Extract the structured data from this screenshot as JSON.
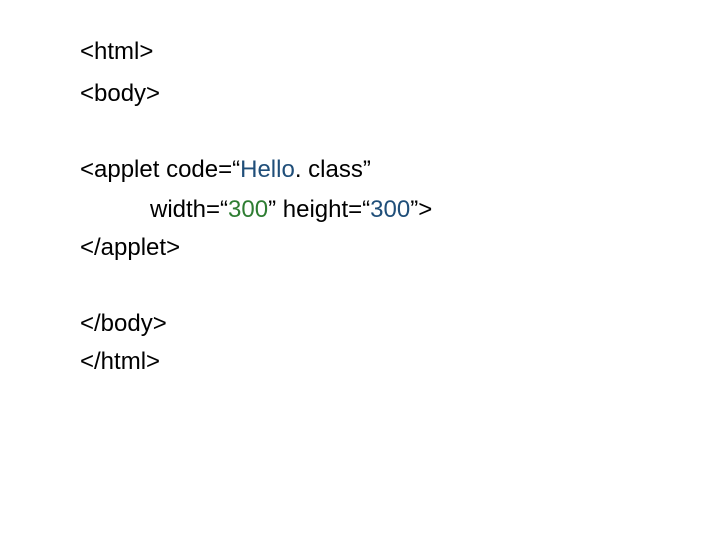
{
  "code": {
    "line1": "<html>",
    "line2": "<body>",
    "line3": {
      "prefix": "<applet code=“",
      "class_name": "Hello",
      "suffix": ". class”"
    },
    "line4": {
      "width_prefix": "width=“",
      "width_value": "300",
      "middle": "” height=“",
      "height_value": "300",
      "suffix": "”>"
    },
    "line5": "</applet>",
    "line6": "</body>",
    "line7": "</html>"
  },
  "colors": {
    "text": "#000000",
    "class_name": "#1f4e79",
    "width_value": "#2e7d32",
    "height_value": "#1f4e79"
  }
}
